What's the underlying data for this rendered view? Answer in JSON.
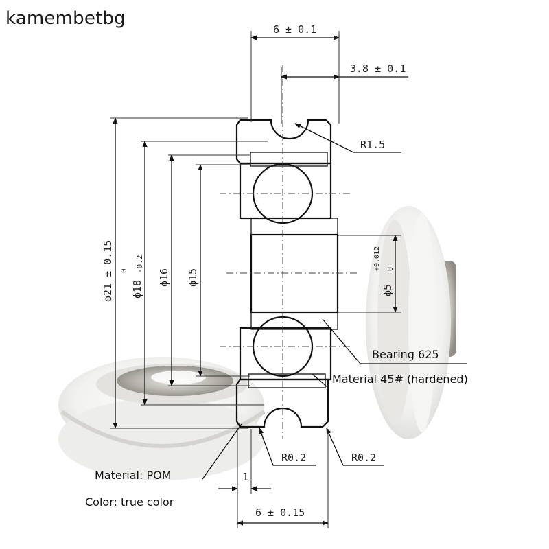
{
  "brand": "kamembetbg",
  "dimensions": {
    "width_top": "6 ± 0.1",
    "groove_offset": "3.8 ± 0.1",
    "groove_radius": "R1.5",
    "outer_diameter": "ϕ21 ± 0.15",
    "groove_diameter_value": "ϕ18",
    "groove_diameter_tol_upper": "0",
    "groove_diameter_tol_lower": "-0.2",
    "diameter_16": "ϕ16",
    "diameter_15": "ϕ15",
    "bore_value": "ϕ5",
    "bore_tol_upper": "+0.012",
    "bore_tol_lower": "0",
    "corner_left": "R0.2",
    "corner_right": "R0.2",
    "lip_width": "1",
    "width_bottom": "6 ± 0.15"
  },
  "annotations": {
    "bearing": "Bearing 625",
    "bearing_material": "Material 45# (hardened)",
    "wheel_material": "Material: POM",
    "color": "Color: true color"
  }
}
